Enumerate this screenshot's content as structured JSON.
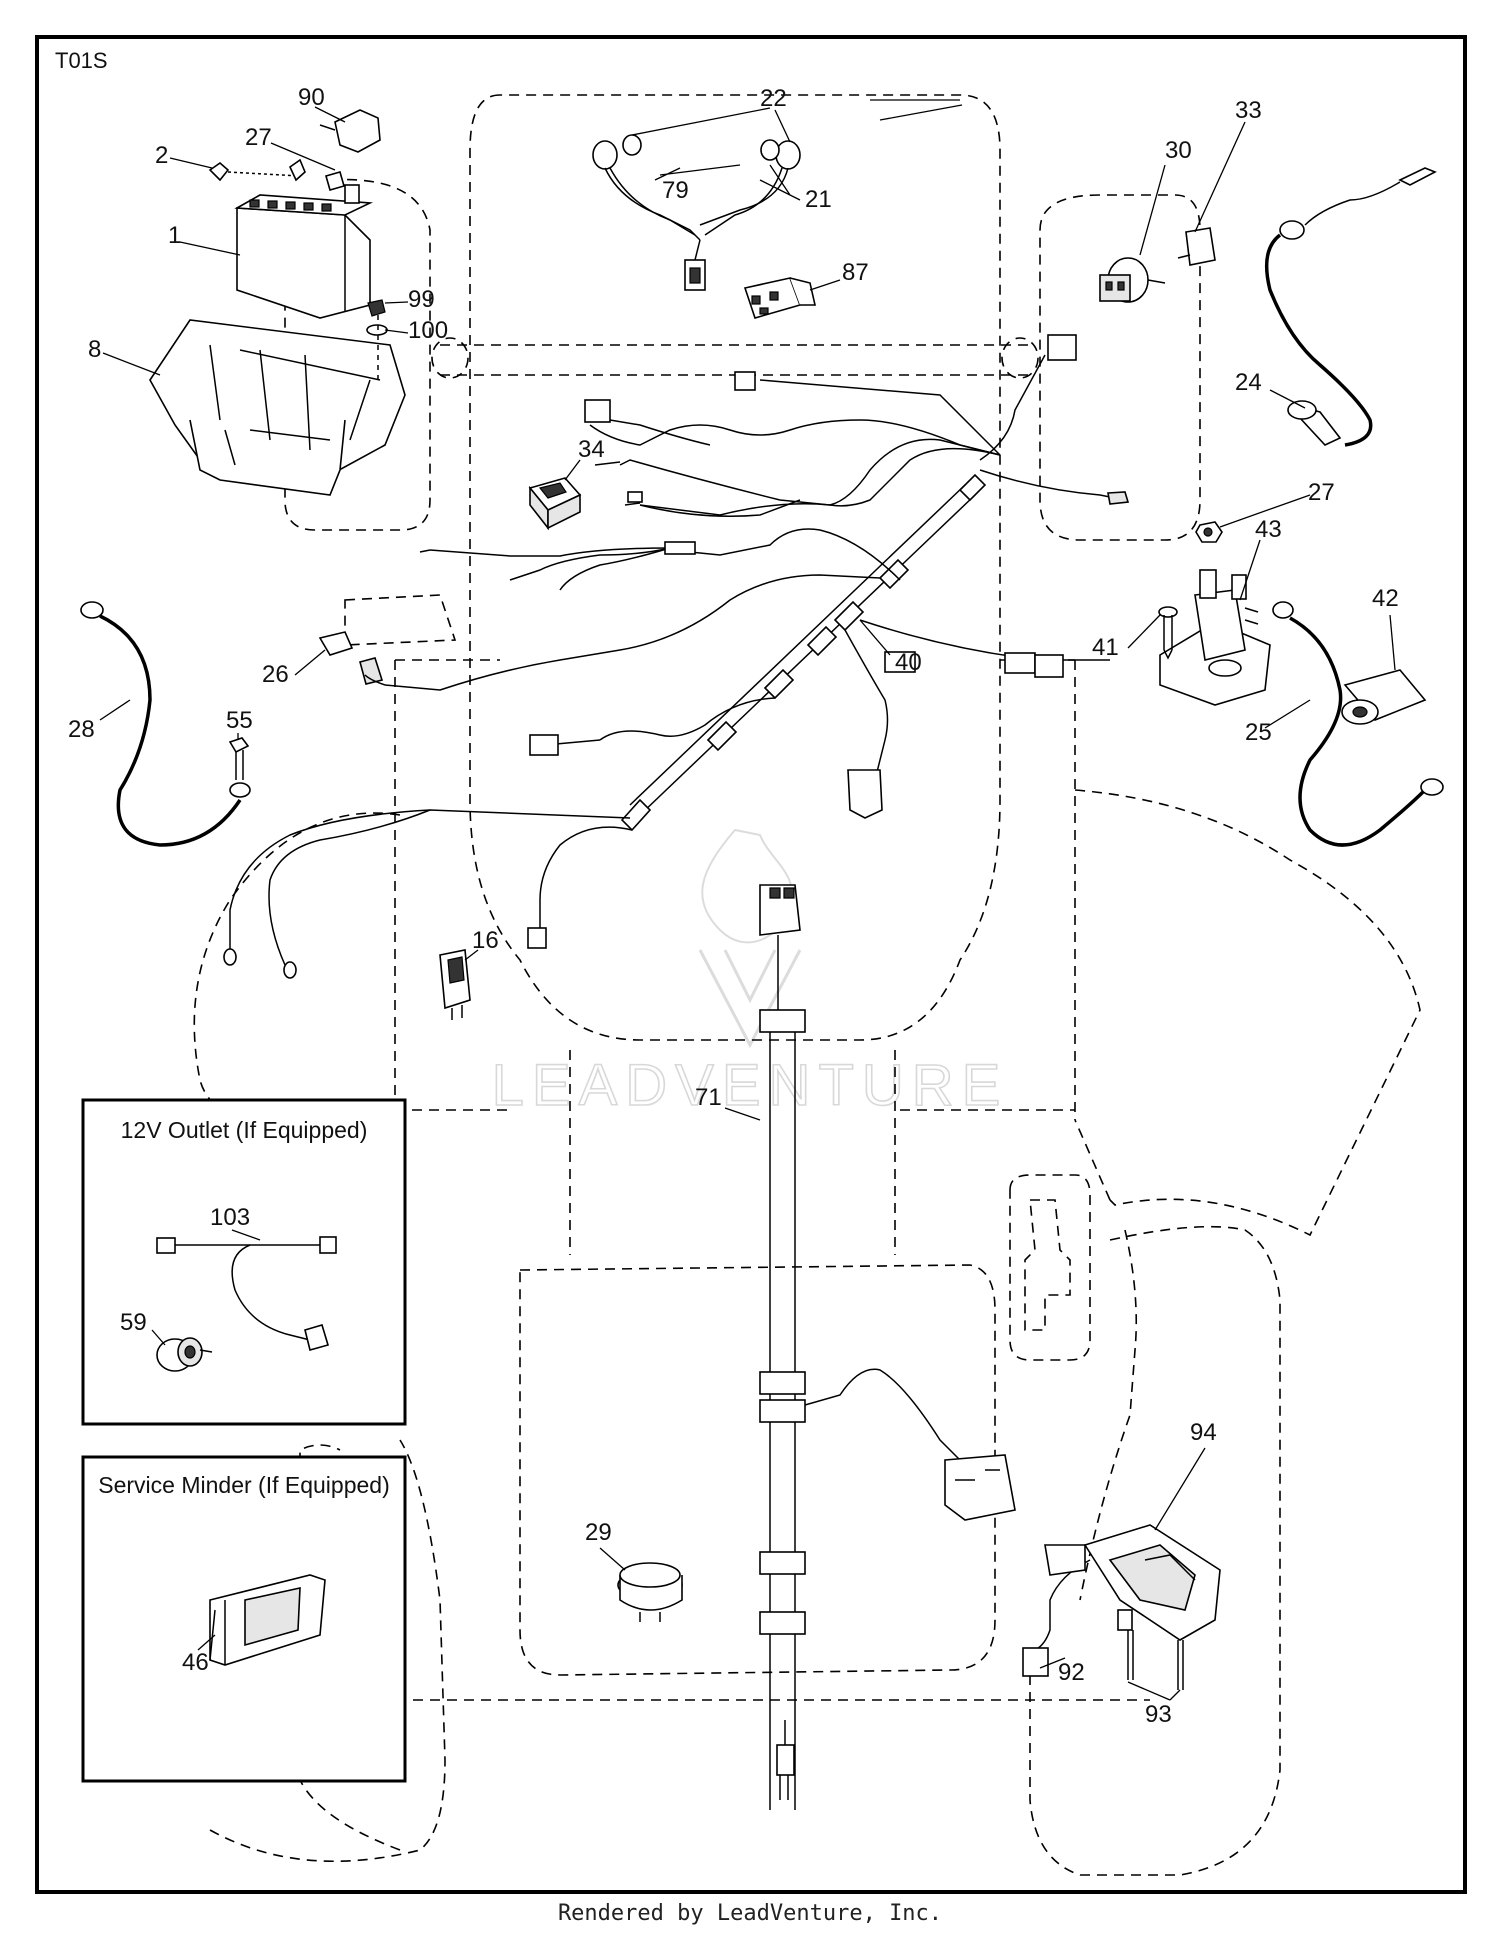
{
  "sheet_code": "T01S",
  "footer": "Rendered by LeadVenture, Inc.",
  "watermark": "LEADVENTURE",
  "callouts": {
    "c90": "90",
    "c27a": "27",
    "c2": "2",
    "c1": "1",
    "c8": "8",
    "c99": "99",
    "c100": "100",
    "c22": "22",
    "c79": "79",
    "c21": "21",
    "c87": "87",
    "c30": "30",
    "c33": "33",
    "c24": "24",
    "c34": "34",
    "c27b": "27",
    "c43": "43",
    "c42": "42",
    "c41": "41",
    "c25": "25",
    "c26": "26",
    "c40": "40",
    "c28": "28",
    "c55": "55",
    "c16": "16",
    "c71": "71",
    "c103": "103",
    "c59": "59",
    "c46": "46",
    "c29": "29",
    "c94": "94",
    "c92": "92",
    "c93": "93"
  },
  "inset_boxes": {
    "outlet_title": "12V Outlet (If Equipped)",
    "minder_title": "Service Minder (If Equipped)"
  }
}
